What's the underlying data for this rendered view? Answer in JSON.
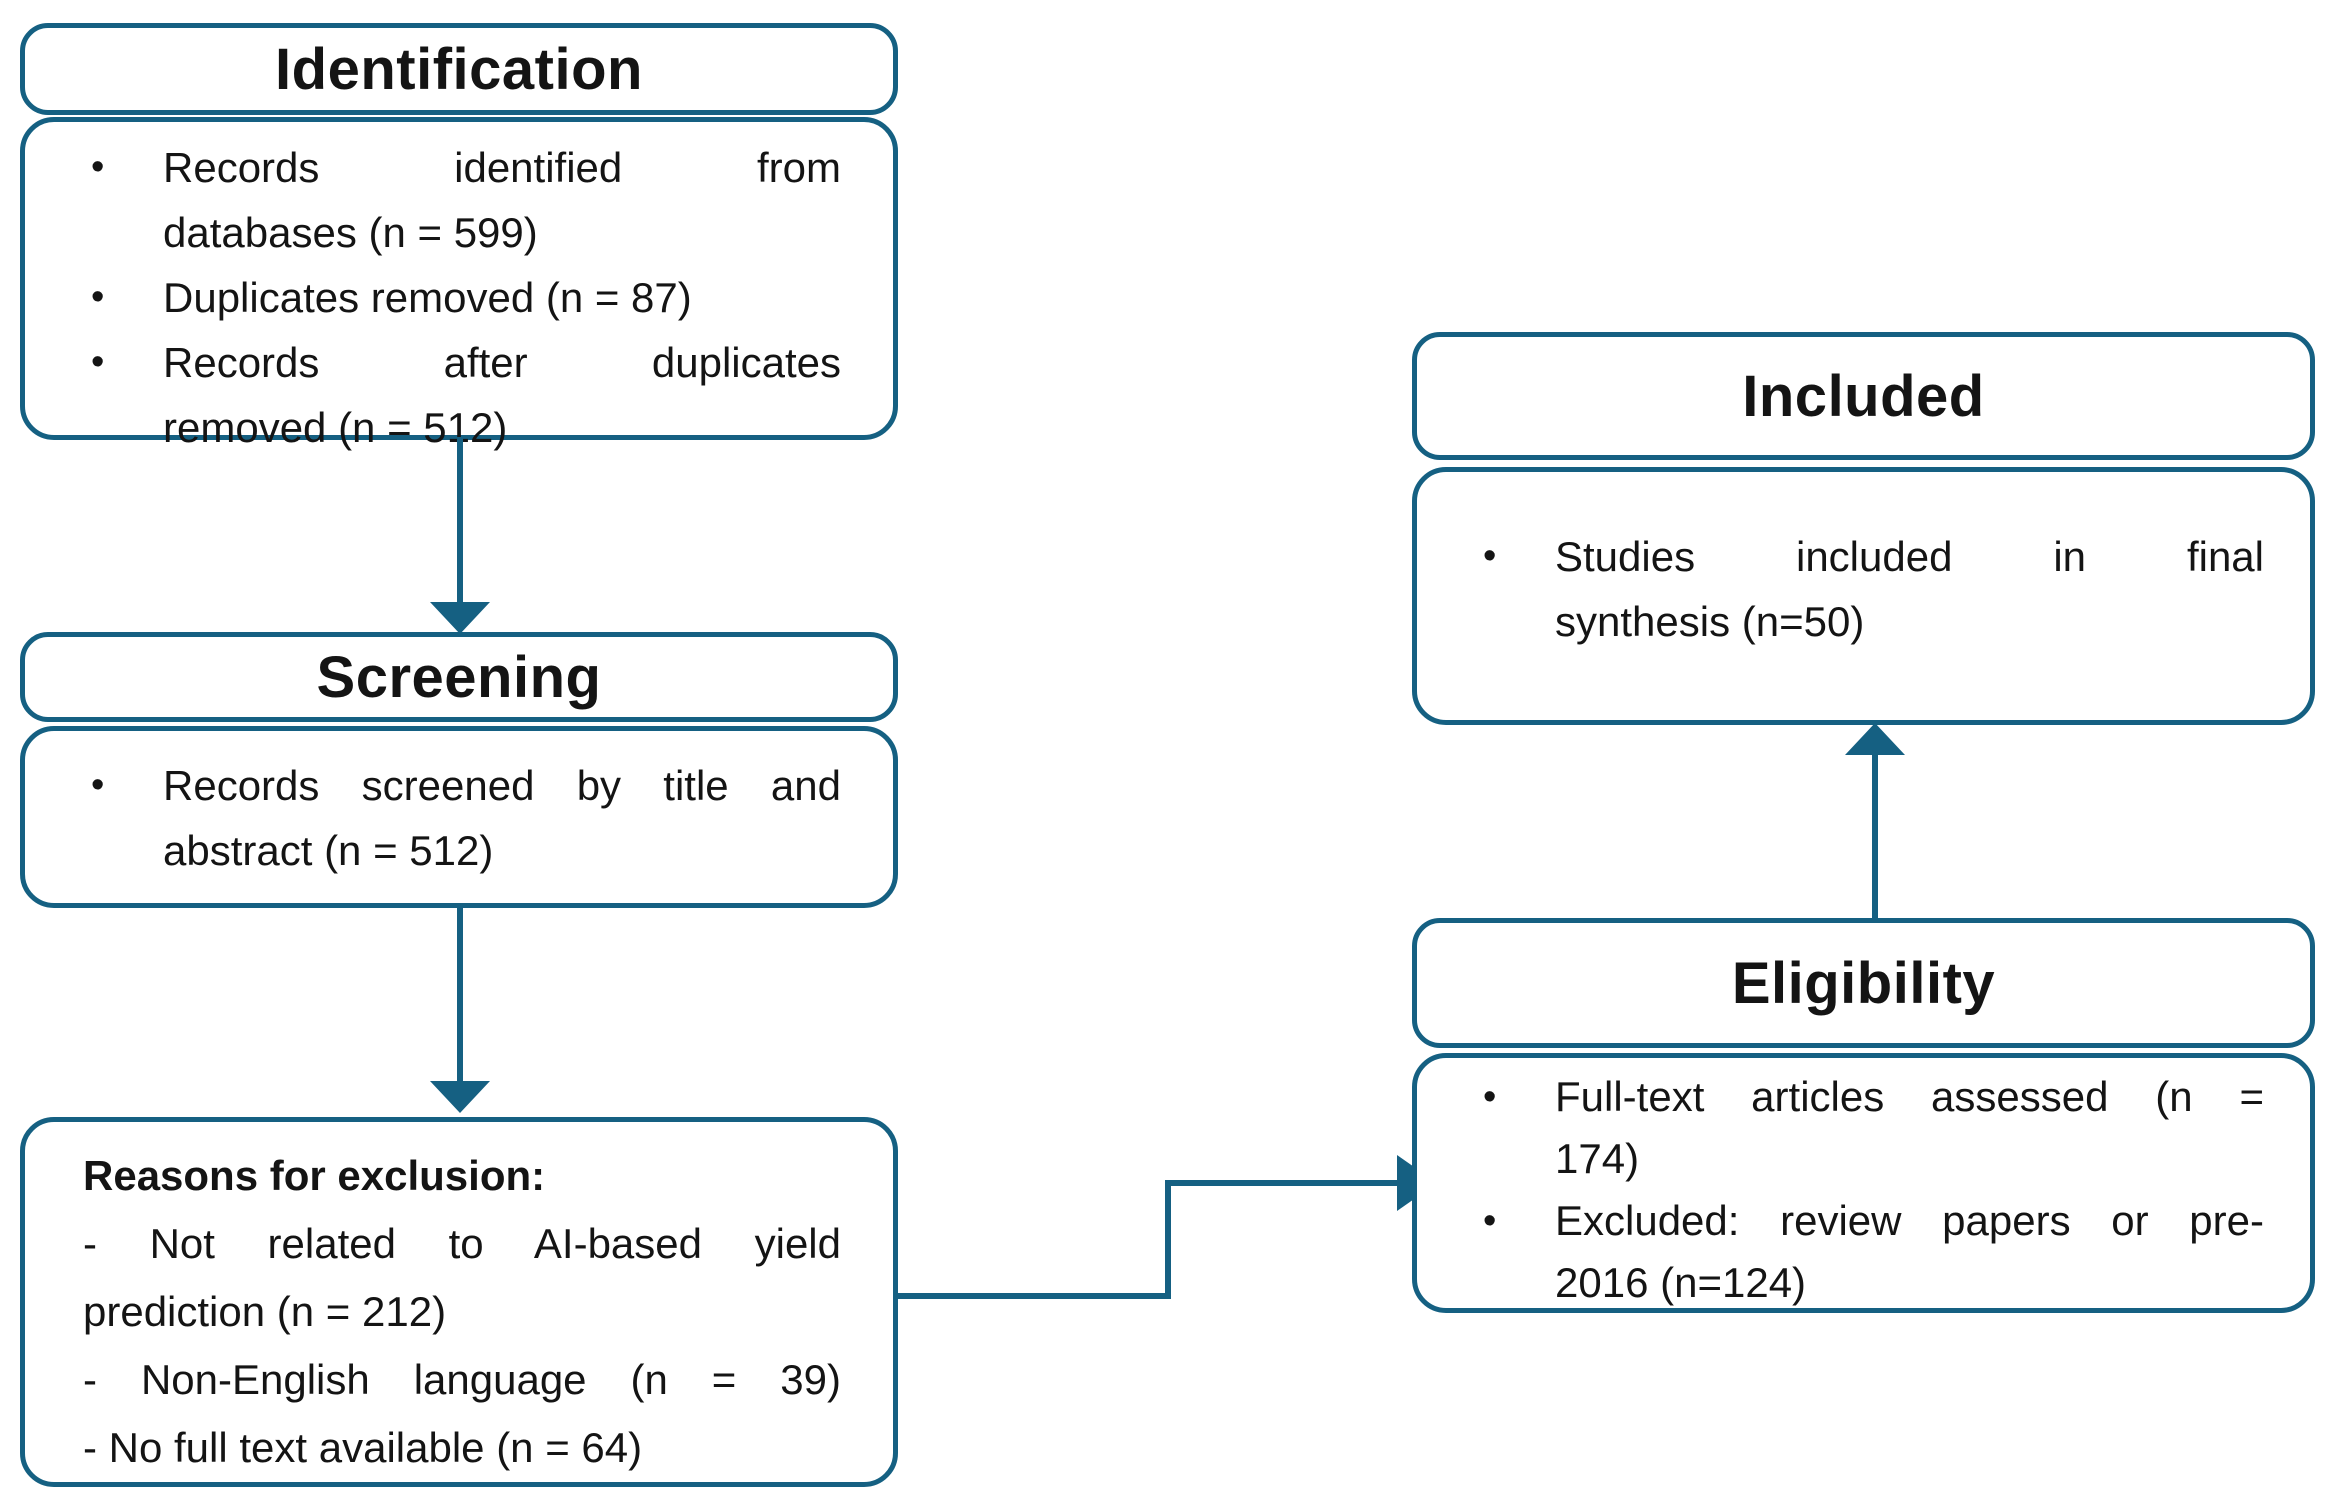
{
  "palette": {
    "stroke": "#156082",
    "text": "#141414",
    "background": "#ffffff"
  },
  "glyphs": {
    "bullet": "•"
  },
  "stages": {
    "identification": {
      "title": "Identification",
      "items": [
        {
          "lines": [
            "Records identified from",
            "databases (n = 599)"
          ]
        },
        {
          "lines": [
            "Duplicates removed (n = 87)"
          ]
        },
        {
          "lines": [
            "Records after duplicates",
            "removed (n = 512)"
          ]
        }
      ]
    },
    "screening": {
      "title": "Screening",
      "items": [
        {
          "lines": [
            "Records screened by title and",
            "abstract (n = 512)"
          ]
        }
      ]
    },
    "exclusion": {
      "heading": "Reasons for exclusion:",
      "lines": [
        "- Not related to AI-based yield",
        "prediction (n = 212)",
        "- Non-English language (n = 39)",
        "- No full text available (n = 64)"
      ]
    },
    "eligibility": {
      "title": "Eligibility",
      "items": [
        {
          "lines": [
            "Full-text articles assessed (n =",
            "174)"
          ]
        },
        {
          "lines": [
            "Excluded: review papers or pre-",
            "2016 (n=124)"
          ]
        }
      ]
    },
    "included": {
      "title": "Included",
      "items": [
        {
          "lines": [
            "Studies included in final",
            "synthesis (n=50)"
          ]
        }
      ]
    }
  }
}
